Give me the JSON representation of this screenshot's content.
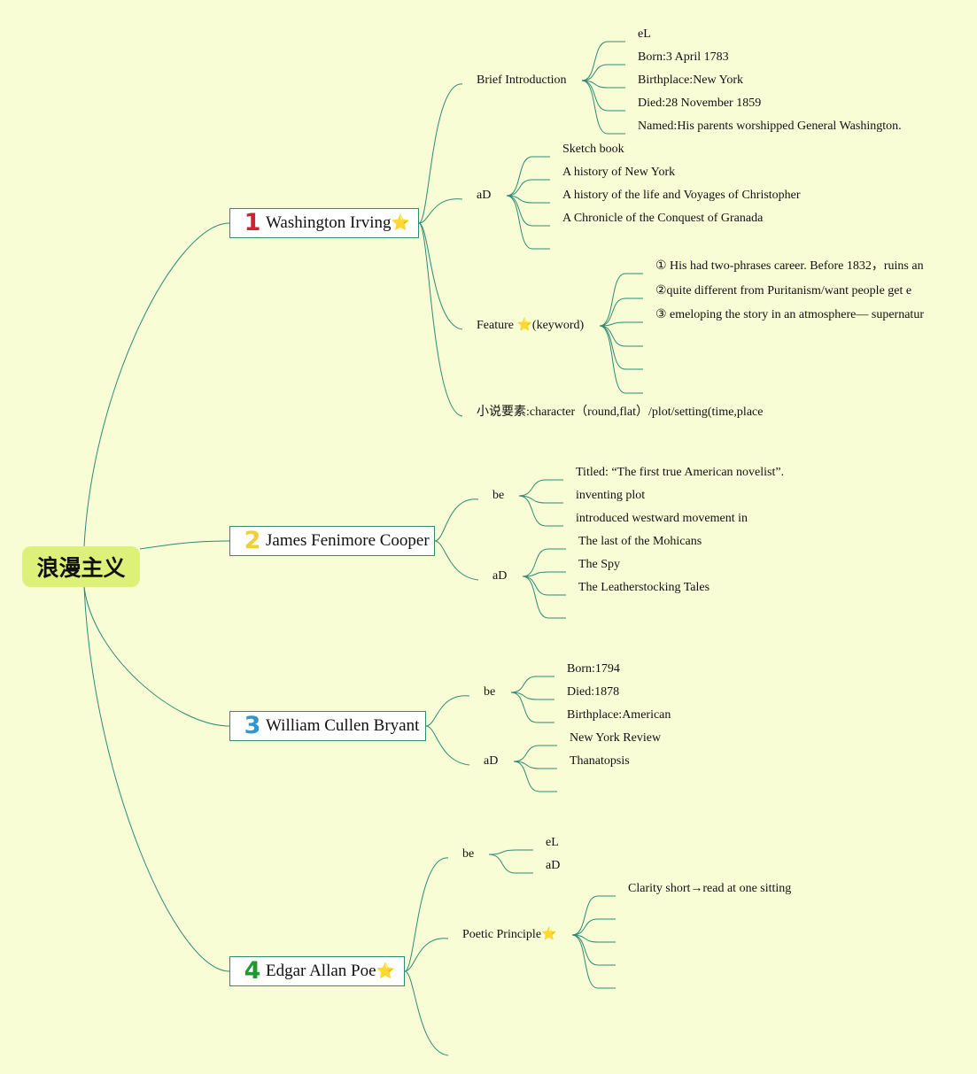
{
  "root": "浪漫主义",
  "star_glyph": "⭐",
  "link_color": "#2d8a76",
  "authors": [
    {
      "number": "1",
      "number_color": "#d61f2f",
      "name": "Washington Irving",
      "starred": true,
      "branches": [
        {
          "label": "Brief Introduction",
          "items": [
            "eL",
            "Born:3 April 1783",
            "Birthplace:New York",
            "Died:28 November 1859",
            "Named:His parents worshipped General Washington."
          ]
        },
        {
          "label": "aD",
          "items": [
            "Sketch book",
            "A history of New York",
            "A history of the life and Voyages of Christopher",
            "A Chronicle of the Conquest of Granada",
            ""
          ]
        },
        {
          "label": "Feature ⭐(keyword)",
          "items": [
            "① His had two-phrases career. Before 1832，ruins an",
            "②quite different from Puritanism/want people get e",
            "③ emeloping the story in an atmosphere— supernatur",
            "",
            "",
            ""
          ]
        },
        {
          "label": "小说要素:character（round,flat）/plot/setting(time,place",
          "items": []
        }
      ]
    },
    {
      "number": "2",
      "number_color": "#f0ce3a",
      "name": "James Fenimore Cooper",
      "starred": false,
      "branches": [
        {
          "label": "be",
          "items": [
            "Titled: “The first true American novelist”.",
            "inventing plot",
            "introduced westward movement in"
          ]
        },
        {
          "label": "aD",
          "items": [
            "The last of the Mohicans",
            "The Spy",
            "The Leatherstocking Tales",
            ""
          ]
        }
      ]
    },
    {
      "number": "3",
      "number_color": "#2c97d6",
      "name": "William Cullen Bryant",
      "starred": false,
      "branches": [
        {
          "label": "be",
          "items": [
            "Born:1794",
            "Died:1878",
            "Birthplace:American"
          ]
        },
        {
          "label": "aD",
          "items": [
            "New York Review",
            "Thanatopsis",
            ""
          ]
        }
      ]
    },
    {
      "number": "4",
      "number_color": "#1f9a2e",
      "name": "Edgar Allan Poe",
      "starred": true,
      "branches": [
        {
          "label": "be",
          "items": [
            "eL",
            "aD"
          ]
        },
        {
          "label": "Poetic Principle⭐",
          "items": [
            "Clarity short→read at one sitting",
            "",
            "",
            "",
            ""
          ]
        },
        {
          "label": "",
          "items": []
        }
      ]
    }
  ]
}
